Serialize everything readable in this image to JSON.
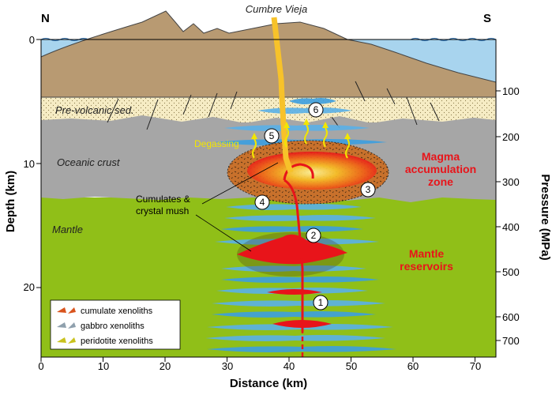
{
  "title": "Cumbre Vieja",
  "compass": {
    "north": "N",
    "south": "S"
  },
  "axes": {
    "x_label": "Distance (km)",
    "y_left_label": "Depth (km)",
    "y_right_label": "Pressure (MPa)",
    "x_ticks": [
      "0",
      "10",
      "20",
      "30",
      "40",
      "50",
      "60",
      "70"
    ],
    "y_left_ticks": [
      "0",
      "10",
      "20"
    ],
    "y_right_ticks": [
      "100",
      "200",
      "300",
      "400",
      "500",
      "600",
      "700"
    ]
  },
  "layers": {
    "sediments": "Pre-volcanic sed.",
    "crust": "Oceanic crust",
    "mantle": "Mantle"
  },
  "annotations": {
    "degassing": "Degassing",
    "magma_zone": [
      "Magma",
      "accumulation",
      "zone"
    ],
    "mantle_reservoirs": [
      "Mantle",
      "reservoirs"
    ],
    "cumulates": [
      "Cumulates &",
      "crystal mush"
    ]
  },
  "markers": [
    "1",
    "2",
    "3",
    "4",
    "5",
    "6"
  ],
  "legend": [
    {
      "label": "cumulate xenoliths",
      "color": "#d9541e"
    },
    {
      "label": "gabbro xenoliths",
      "color": "#8fa0ad"
    },
    {
      "label": "peridotite xenoliths",
      "color": "#c9c21e"
    }
  ],
  "colors": {
    "volcano": "#b89a72",
    "sea": "#a8d4ee",
    "sediments": "#f6ecc4",
    "crust": "#a6a6a6",
    "mantle": "#90bf18",
    "magma": "#e8141a",
    "conduit": "#f7c22a",
    "gas": "#f2e600",
    "sill": "#3c9fe0"
  }
}
